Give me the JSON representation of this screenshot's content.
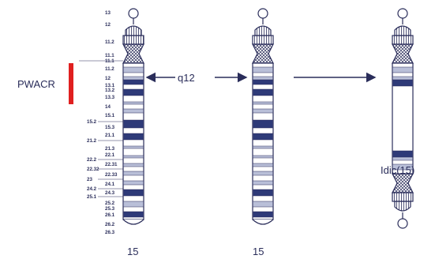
{
  "diagram": {
    "gene_label": "PWACR",
    "arrow_label": "q12",
    "chromosome_label_left": "15",
    "chromosome_label_middle": "15",
    "product_label": "Idic(15)",
    "colors": {
      "ink": "#2a2d5a",
      "highlight": "#e02020",
      "dark_band": "#2e3a78",
      "light_band": "#b9bfd8"
    }
  },
  "ideogram": {
    "band_labels": [
      {
        "text": "13",
        "col": "right"
      },
      {
        "text": "12",
        "col": "right"
      },
      {
        "text": "11.2",
        "col": "right"
      },
      {
        "text": "11.1",
        "col": "right"
      },
      {
        "text": "11.1",
        "col": "right"
      },
      {
        "text": "11.2",
        "col": "right"
      },
      {
        "text": "12",
        "col": "right"
      },
      {
        "text": "13.1",
        "col": "right"
      },
      {
        "text": "13.2",
        "col": "right"
      },
      {
        "text": "13.3",
        "col": "right"
      },
      {
        "text": "14",
        "col": "right"
      },
      {
        "text": "15.1",
        "col": "right"
      },
      {
        "text": "15.2",
        "col": "left"
      },
      {
        "text": "15.3",
        "col": "right"
      },
      {
        "text": "21.1",
        "col": "right"
      },
      {
        "text": "21.2",
        "col": "left"
      },
      {
        "text": "21.3",
        "col": "right"
      },
      {
        "text": "22.1",
        "col": "right"
      },
      {
        "text": "22.2",
        "col": "left"
      },
      {
        "text": "22.31",
        "col": "right"
      },
      {
        "text": "22.32",
        "col": "left"
      },
      {
        "text": "22.33",
        "col": "right"
      },
      {
        "text": "23",
        "col": "left"
      },
      {
        "text": "24.1",
        "col": "right"
      },
      {
        "text": "24.2",
        "col": "left"
      },
      {
        "text": "24.3",
        "col": "right"
      },
      {
        "text": "25.1",
        "col": "left"
      },
      {
        "text": "25.2",
        "col": "right"
      },
      {
        "text": "25.3",
        "col": "right"
      },
      {
        "text": "26.1",
        "col": "right"
      },
      {
        "text": "26.2",
        "col": "right"
      },
      {
        "text": "26.3",
        "col": "right"
      }
    ]
  }
}
